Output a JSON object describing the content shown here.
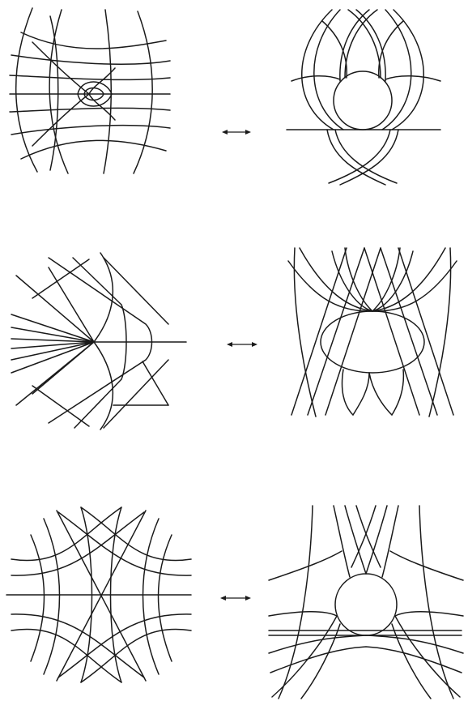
{
  "figure": {
    "panels": [
      {
        "row": 1,
        "left": "line-field-with-elliptic-singularity",
        "right": "folded-curve-family-tangent-to-circle",
        "connector": "double-headed-arrow"
      },
      {
        "row": 2,
        "left": "line-field-with-radial-singularity",
        "right": "curve-family-tangent-to-ellipse",
        "connector": "double-headed-arrow"
      },
      {
        "row": 3,
        "left": "line-field-with-hyperbolic-singularity",
        "right": "curve-family-tangent-to-circle",
        "connector": "double-headed-arrow"
      }
    ],
    "stroke_color": "#1a1a1a",
    "background_color": "#ffffff"
  }
}
